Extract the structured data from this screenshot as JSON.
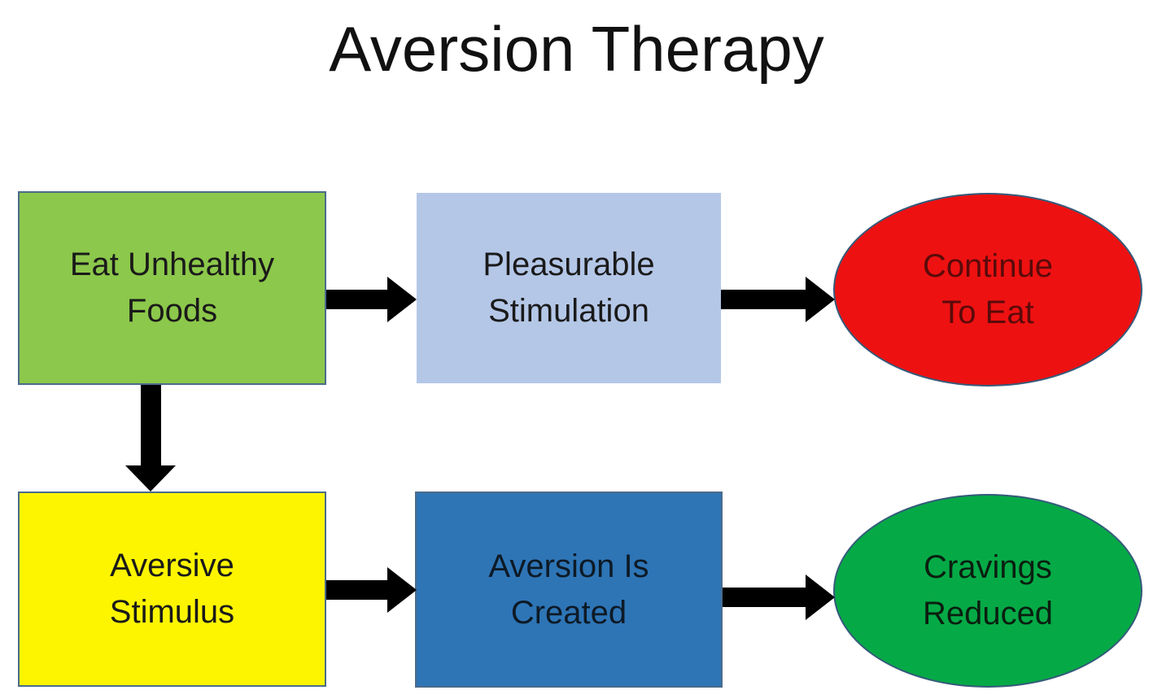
{
  "title": "Aversion Therapy",
  "nodes": {
    "eat_unhealthy": {
      "line1": "Eat Unhealthy",
      "line2": "Foods",
      "shape": "rectangle",
      "color": "#8cc84b"
    },
    "pleasurable": {
      "line1": "Pleasurable",
      "line2": "Stimulation",
      "shape": "rectangle",
      "color": "#b4c7e7"
    },
    "continue_eat": {
      "line1": "Continue",
      "line2": "To Eat",
      "shape": "ellipse",
      "color": "#ee1111"
    },
    "aversive": {
      "line1": "Aversive",
      "line2": "Stimulus",
      "shape": "rectangle",
      "color": "#fdf500"
    },
    "aversion_created": {
      "line1": "Aversion Is",
      "line2": "Created",
      "shape": "rectangle",
      "color": "#2e75b6"
    },
    "cravings": {
      "line1": "Cravings",
      "line2": "Reduced",
      "shape": "ellipse",
      "color": "#05aa46"
    }
  },
  "edges": [
    {
      "from": "eat_unhealthy",
      "to": "pleasurable"
    },
    {
      "from": "pleasurable",
      "to": "continue_eat"
    },
    {
      "from": "eat_unhealthy",
      "to": "aversive"
    },
    {
      "from": "aversive",
      "to": "aversion_created"
    },
    {
      "from": "aversion_created",
      "to": "cravings"
    }
  ]
}
